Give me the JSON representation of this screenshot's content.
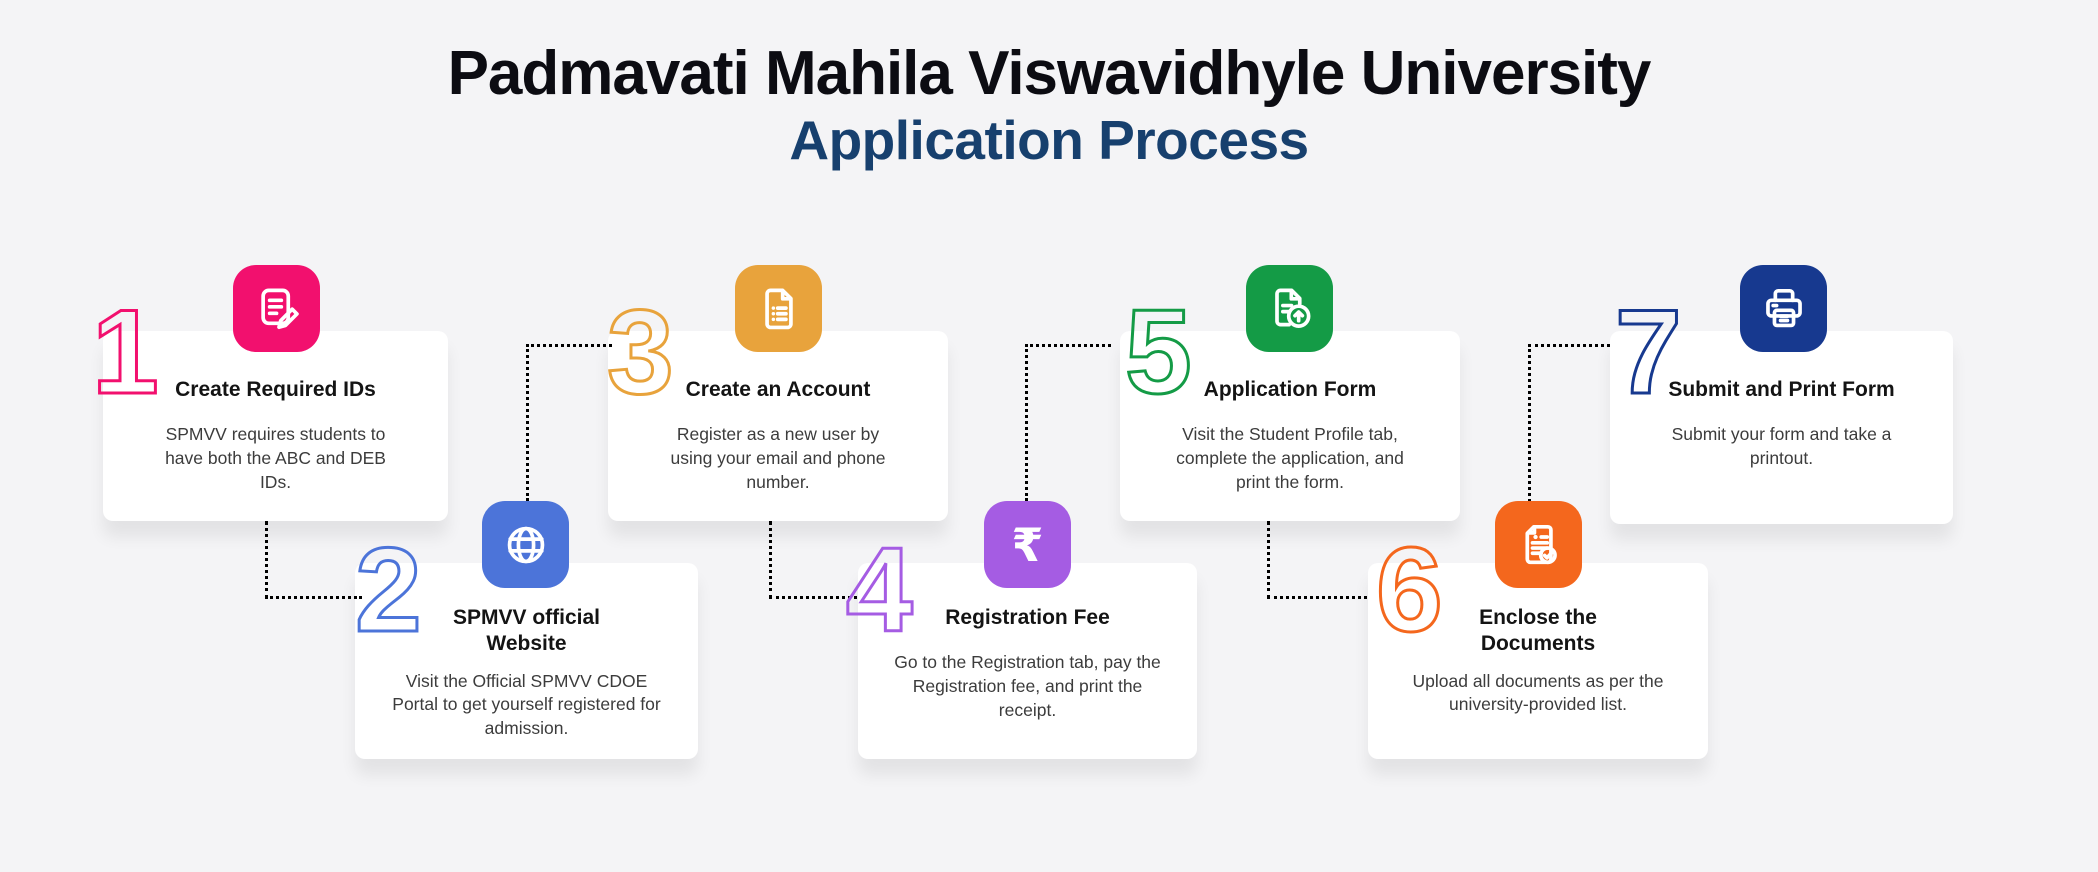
{
  "page": {
    "title_line1": "Padmavati Mahila Viswavidhyle University",
    "title_line2": "Application Process",
    "background_color": "#f4f4f6",
    "title_color": "#0c0c12",
    "subtitle_color": "#17406e"
  },
  "steps": [
    {
      "number": "1",
      "title": "Create Required IDs",
      "description": "SPMVV requires students to have both the ABC and DEB IDs.",
      "color": "#f2106e",
      "icon": "edit-document-icon"
    },
    {
      "number": "2",
      "title": "SPMVV official Website",
      "description": "Visit the Official SPMVV CDOE Portal to get yourself registered for admission.",
      "color": "#4c74d9",
      "icon": "globe-icon"
    },
    {
      "number": "3",
      "title": "Create an Account",
      "description": "Register as a new user by using your email and phone number.",
      "color": "#e8a33c",
      "icon": "document-list-icon"
    },
    {
      "number": "4",
      "title": "Registration Fee",
      "description": "Go to the Registration tab, pay the Registration fee, and print the receipt.",
      "color": "#a55ce3",
      "icon": "rupee-icon",
      "glyph": "₹"
    },
    {
      "number": "5",
      "title": "Application Form",
      "description": "Visit the Student Profile tab, complete the application, and print the form.",
      "color": "#149b46",
      "icon": "upload-document-icon"
    },
    {
      "number": "6",
      "title": "Enclose the Documents",
      "description": "Upload all documents as per the university-provided list.",
      "color": "#f4671d",
      "icon": "document-check-icon"
    },
    {
      "number": "7",
      "title": "Submit and Print Form",
      "description": "Submit your form and take a printout.",
      "color": "#17398f",
      "icon": "printer-icon"
    }
  ]
}
